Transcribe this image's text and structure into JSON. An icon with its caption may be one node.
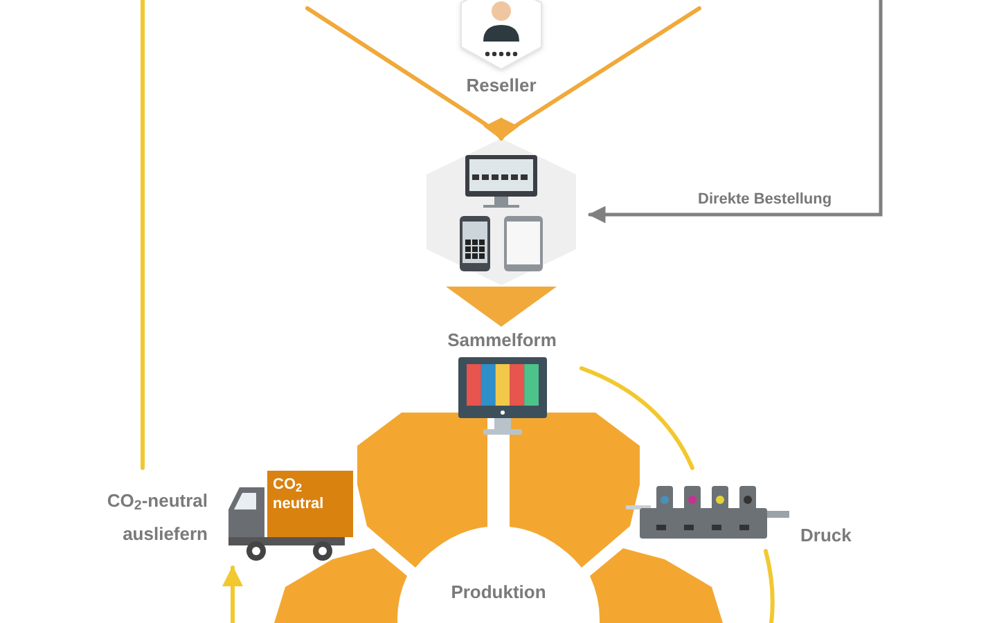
{
  "diagram": {
    "nodes": [
      {
        "text": [
          "Reseller"
        ]
      },
      {
        "text": [],
        "shape": "picture"
      },
      {
        "text": [
          "Sammelform"
        ]
      },
      {
        "text": [
          "CO$_{2}$-neutral ausliefern"
        ]
      },
      {
        "text": [
          "Druck"
        ]
      },
      {
        "text": [
          "Produktion"
        ]
      }
    ],
    "edges": [
      {
        "from": null,
        "to": 1,
        "arrow": "to",
        "color": "#f0a93a"
      },
      {
        "from": null,
        "to": 1,
        "arrow": "to",
        "color": "#f0a93a"
      },
      {
        "from": null,
        "to": 1,
        "arrow": "to",
        "label": "Direkte Bestellung",
        "color": "#808080"
      },
      {
        "from": 1,
        "to": 2,
        "arrow": "to",
        "style": "thick",
        "color": "#f0a93a"
      },
      {
        "from": 3,
        "to": null,
        "arrow": "none"
      },
      {
        "from": 2,
        "to": 4,
        "arrow": "none"
      },
      {
        "from": 4,
        "to": null,
        "arrow": "none"
      },
      {
        "from": null,
        "to": 3,
        "arrow": "to"
      }
    ],
    "labels": [
      "CO$_{2}$ neutral"
    ]
  }
}
